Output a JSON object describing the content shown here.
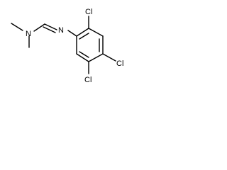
{
  "molecule": {
    "atoms": {
      "n_amine": "N",
      "n_imine": "N",
      "cl_top": "Cl",
      "cl_right": "Cl",
      "cl_bottom": "Cl"
    }
  }
}
